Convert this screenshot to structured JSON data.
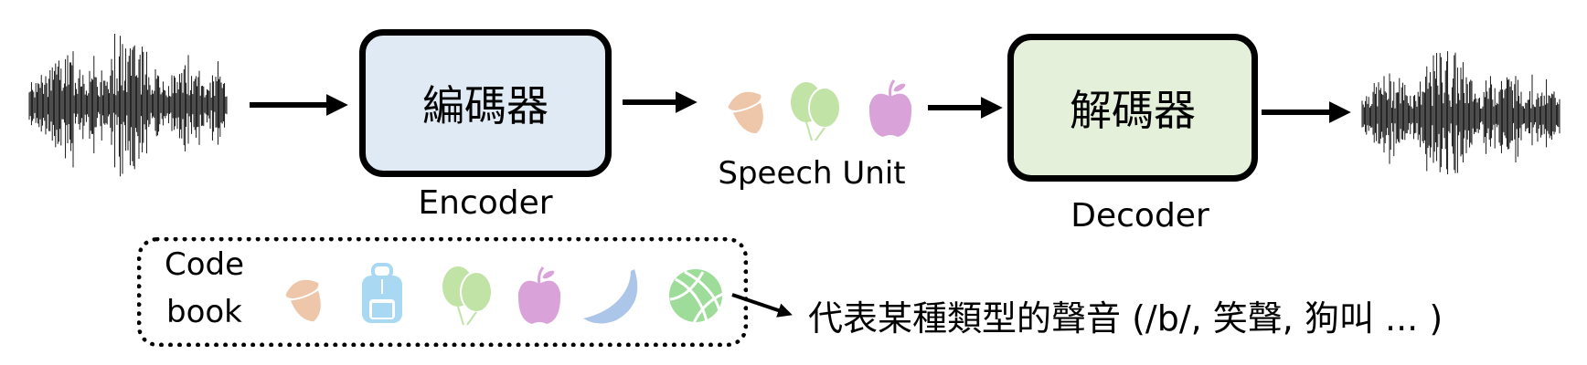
{
  "encoder": {
    "title": "編碼器",
    "label": "Encoder",
    "fill": "#e0eaf5"
  },
  "decoder": {
    "title": "解碼器",
    "label": "Decoder",
    "fill": "#e4f0da"
  },
  "speech_unit": {
    "label": "Speech Unit",
    "icons": [
      "acorn-icon",
      "balloons-icon",
      "apple-icon"
    ]
  },
  "codebook": {
    "label_line1": "Code",
    "label_line2": "book",
    "icons": [
      "acorn-icon",
      "backpack-icon",
      "balloons-icon",
      "apple-icon",
      "banana-icon",
      "basketball-icon"
    ],
    "description": "代表某種類型的聲音 (/b/, 笑聲, 狗叫 ... )"
  },
  "colors": {
    "acorn": "#eec6aa",
    "backpack": "#a9d8f3",
    "balloons": "#c2e3a6",
    "apple": "#d9a2d9",
    "banana": "#abc6e8",
    "basketball": "#9edc9a"
  }
}
